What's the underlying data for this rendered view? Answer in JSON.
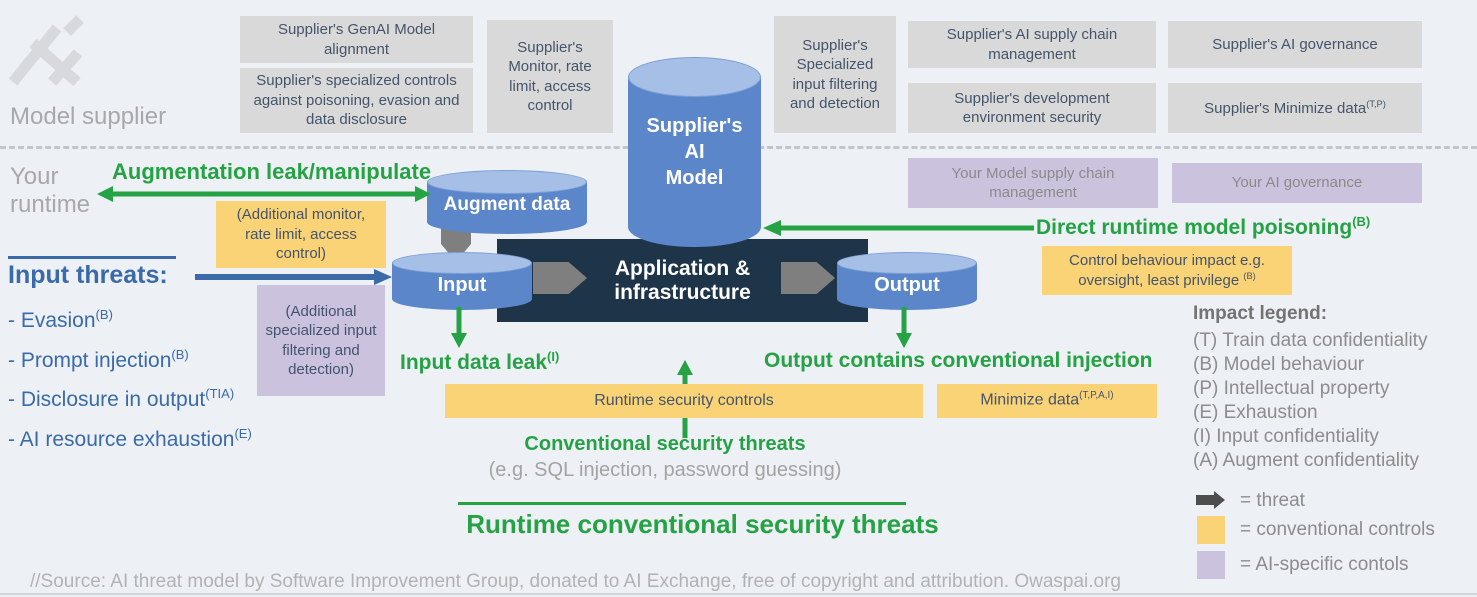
{
  "colors": {
    "background": "#edf0f5",
    "green_threat": "#25a244",
    "blue_accent": "#3a6ba8",
    "conventional_controls_orange": "#fbd377",
    "ai_specific_purple": "#cbc3dd",
    "generic_controls_gray": "#d9d9d9",
    "application_navy": "#1e3449",
    "cylinder_blue": "#5b87ca",
    "box_text": "#44546a"
  },
  "header": {
    "logo": "ai-exchange-logo",
    "model_supplier": "Model supplier",
    "your_runtime": "Your runtime"
  },
  "supplier_controls": {
    "genai_alignment": "Supplier's GenAI Model alignment",
    "specialized_controls": "Supplier's specialized controls against poisoning, evasion and data disclosure",
    "monitor_rate_limit": "Supplier's Monitor, rate limit, access control",
    "input_filtering": "Supplier's Specialized input filtering and detection",
    "supply_chain": "Supplier's AI supply chain management",
    "dev_env_security": "Supplier's development environment security",
    "ai_governance": "Supplier's AI governance",
    "minimize_data": {
      "label": "Supplier's Minimize data",
      "sup": "(T,P)"
    }
  },
  "your_controls": {
    "model_supply_chain": "Your Model supply chain management",
    "ai_governance": "Your AI governance"
  },
  "control_boxes": {
    "additional_monitor": "(Additional monitor, rate limit, access control)",
    "additional_input_filtering": "(Additional specialized input filtering and detection)",
    "behaviour_impact": {
      "label": "Control behaviour impact e.g. oversight, least privilege",
      "sup": "(B)"
    },
    "runtime_security": "Runtime security controls",
    "minimize_data": {
      "label": "Minimize data",
      "sup": "(T,P,A,I)"
    }
  },
  "nodes": {
    "ai_model_lines": [
      "Supplier's",
      "AI",
      "Model"
    ],
    "augment_data": "Augment data",
    "input": "Input",
    "output": "Output",
    "application": "Application & infrastructure"
  },
  "threats": {
    "augmentation_leak": "Augmentation leak/manipulate",
    "input_threats_title": "Input threats:",
    "input_threats": [
      {
        "label": "- Evasion",
        "sup": "(B)"
      },
      {
        "label": "- Prompt injection",
        "sup": "(B)"
      },
      {
        "label": "- Disclosure in output",
        "sup": "(TIA)"
      },
      {
        "label": "- AI resource exhaustion",
        "sup": "(E)"
      }
    ],
    "direct_poisoning": {
      "label": "Direct runtime model poisoning",
      "sup": "(B)"
    },
    "input_data_leak": {
      "label": "Input data leak",
      "sup": "(I)"
    },
    "output_injection": "Output contains conventional injection",
    "conventional": "Conventional security threats",
    "conventional_examples": "(e.g. SQL injection, password guessing)",
    "runtime_heading": "Runtime conventional security threats"
  },
  "impact_legend": {
    "title": "Impact legend:",
    "items": [
      "(T) Train data confidentiality",
      "(B) Model behaviour",
      "(P) Intellectual property",
      "(E) Exhaustion",
      "(I) Input confidentiality",
      "(A) Augment confidentiality"
    ],
    "threat": "= threat",
    "conventional_controls": "= conventional controls",
    "ai_specific_controls": "= AI-specific contols"
  },
  "footer": {
    "source": "//Source: AI threat model by Software Improvement Group, donated to AI Exchange, free of copyright and attribution. Owaspai.org"
  }
}
